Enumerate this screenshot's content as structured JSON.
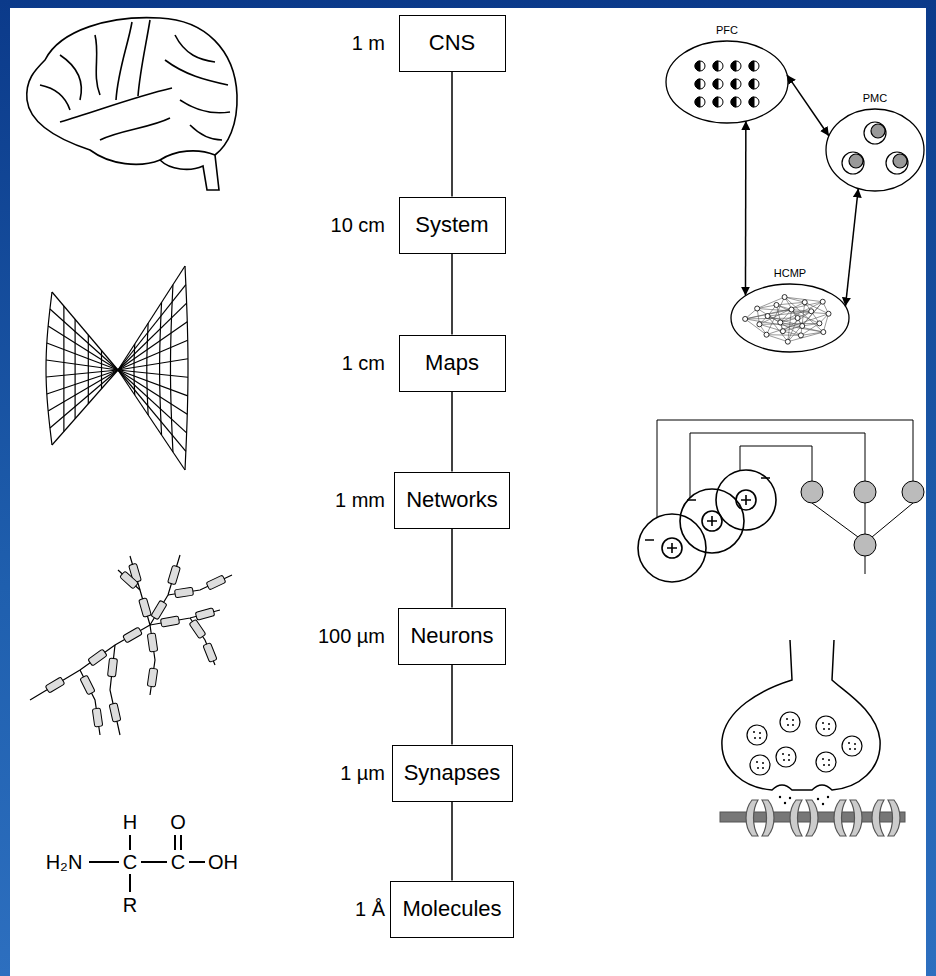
{
  "diagram": {
    "nodes": [
      {
        "text": [
          "CNS"
        ]
      },
      {
        "text": [
          "System"
        ]
      },
      {
        "text": [
          "Maps"
        ]
      },
      {
        "text": [
          "Networks"
        ]
      },
      {
        "text": [
          "Neurons"
        ]
      },
      {
        "text": [
          "Synapses"
        ]
      },
      {
        "text": [
          "Molecules"
        ]
      },
      {
        "text": [
          "PFC"
        ]
      },
      {
        "text": [
          "PMC"
        ]
      },
      {
        "text": [
          "HCMP"
        ]
      }
    ],
    "edges": [
      {
        "from": 0,
        "to": 1,
        "arrow": "none"
      },
      {
        "from": 1,
        "to": 2,
        "arrow": "none"
      },
      {
        "from": 2,
        "to": 3,
        "arrow": "none"
      },
      {
        "from": 3,
        "to": 4,
        "arrow": "none"
      },
      {
        "from": 4,
        "to": 5,
        "arrow": "none"
      },
      {
        "from": 5,
        "to": 6,
        "arrow": "none"
      },
      {
        "from": 7,
        "to": 8,
        "arrow": "both"
      },
      {
        "from": 7,
        "to": 9,
        "arrow": "both"
      },
      {
        "from": 9,
        "to": 8,
        "arrow": "both"
      }
    ],
    "labels": [
      "1 m",
      "10 cm",
      "1 cm",
      "1 mm",
      "100 µm",
      "1 µm",
      "1 Å",
      "H",
      "O",
      "H₂N",
      "C",
      "C",
      "OH",
      "R"
    ]
  }
}
